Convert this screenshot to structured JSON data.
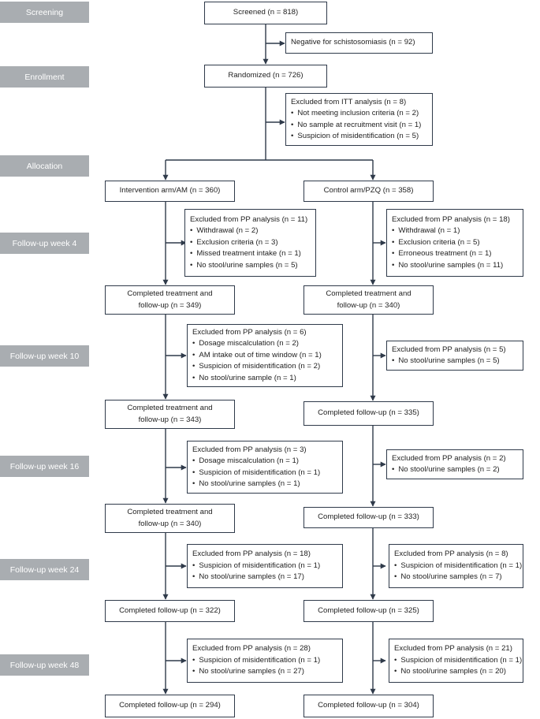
{
  "stages": [
    "Screening",
    "Enrollment",
    "Allocation",
    "Follow-up week 4",
    "Follow-up week 10",
    "Follow-up week 16",
    "Follow-up week 24",
    "Follow-up week 48"
  ],
  "boxes": [
    {
      "id": "screened",
      "lines": [
        "Screened (n = 818)"
      ]
    },
    {
      "id": "negative",
      "lines": [
        "Negative for schistosomiasis (n = 92)"
      ]
    },
    {
      "id": "randomized",
      "lines": [
        "Randomized (n = 726)"
      ]
    },
    {
      "id": "itt-excluded",
      "heading": "Excluded from ITT analysis (n = 8)",
      "bullets": [
        "Not meeting inclusion criteria (n = 2)",
        "No sample at recruitment visit (n = 1)",
        "Suspicion of misidentification (n = 5)"
      ]
    },
    {
      "id": "arm-am",
      "lines": [
        "Intervention arm/AM (n = 360)"
      ]
    },
    {
      "id": "arm-pzq",
      "lines": [
        "Control arm/PZQ (n = 358)"
      ]
    },
    {
      "id": "am-excl-w4",
      "heading": "Excluded from PP analysis (n = 11)",
      "bullets": [
        "Withdrawal (n = 2)",
        "Exclusion criteria (n = 3)",
        "Missed treatment intake (n = 1)",
        "No stool/urine samples (n = 5)"
      ]
    },
    {
      "id": "pzq-excl-w4",
      "heading": "Excluded from PP analysis (n = 18)",
      "bullets": [
        "Withdrawal (n = 1)",
        "Exclusion criteria (n = 5)",
        "Erroneous treatment (n = 1)",
        "No stool/urine samples (n = 11)"
      ]
    },
    {
      "id": "am-w4",
      "lines": [
        "Completed treatment and",
        "follow-up (n = 349)"
      ]
    },
    {
      "id": "pzq-w4",
      "lines": [
        "Completed treatment and",
        "follow-up (n = 340)"
      ]
    },
    {
      "id": "am-excl-w10",
      "heading": "Excluded from PP analysis (n = 6)",
      "bullets": [
        "Dosage miscalculation (n = 2)",
        "AM intake out of time window (n = 1)",
        "Suspicion of misidentification (n = 2)",
        "No stool/urine sample (n = 1)"
      ]
    },
    {
      "id": "pzq-excl-w10",
      "heading": "Excluded from PP analysis (n = 5)",
      "bullets": [
        "No stool/urine samples (n = 5)"
      ]
    },
    {
      "id": "am-w10",
      "lines": [
        "Completed treatment and",
        "follow-up (n = 343)"
      ]
    },
    {
      "id": "pzq-w10",
      "lines": [
        "Completed follow-up (n = 335)"
      ]
    },
    {
      "id": "am-excl-w16",
      "heading": "Excluded from PP analysis (n = 3)",
      "bullets": [
        "Dosage miscalculation (n = 1)",
        "Suspicion of misidentification (n = 1)",
        "No stool/urine samples (n = 1)"
      ]
    },
    {
      "id": "pzq-excl-w16",
      "heading": "Excluded from PP analysis (n = 2)",
      "bullets": [
        "No stool/urine samples (n = 2)"
      ]
    },
    {
      "id": "am-w16",
      "lines": [
        "Completed treatment and",
        "follow-up (n = 340)"
      ]
    },
    {
      "id": "pzq-w16",
      "lines": [
        "Completed follow-up (n = 333)"
      ]
    },
    {
      "id": "am-excl-w24",
      "heading": "Excluded from PP analysis (n = 18)",
      "bullets": [
        "Suspicion of misidentification (n = 1)",
        "No stool/urine samples (n = 17)"
      ]
    },
    {
      "id": "pzq-excl-w24",
      "heading": "Excluded from PP analysis (n = 8)",
      "bullets": [
        "Suspicion of misidentification (n = 1)",
        "No stool/urine samples (n = 7)"
      ]
    },
    {
      "id": "am-w24",
      "lines": [
        "Completed follow-up (n = 322)"
      ]
    },
    {
      "id": "pzq-w24",
      "lines": [
        "Completed follow-up (n = 325)"
      ]
    },
    {
      "id": "am-excl-w48",
      "heading": "Excluded from PP analysis (n = 28)",
      "bullets": [
        "Suspicion of misidentification (n = 1)",
        "No stool/urine samples (n = 27)"
      ]
    },
    {
      "id": "pzq-excl-w48",
      "heading": "Excluded from PP analysis (n = 21)",
      "bullets": [
        "Suspicion of misidentification (n = 1)",
        "No stool/urine samples (n = 20)"
      ]
    },
    {
      "id": "am-w48",
      "lines": [
        "Completed follow-up (n = 294)"
      ]
    },
    {
      "id": "pzq-w48",
      "lines": [
        "Completed follow-up (n = 304)"
      ]
    }
  ]
}
